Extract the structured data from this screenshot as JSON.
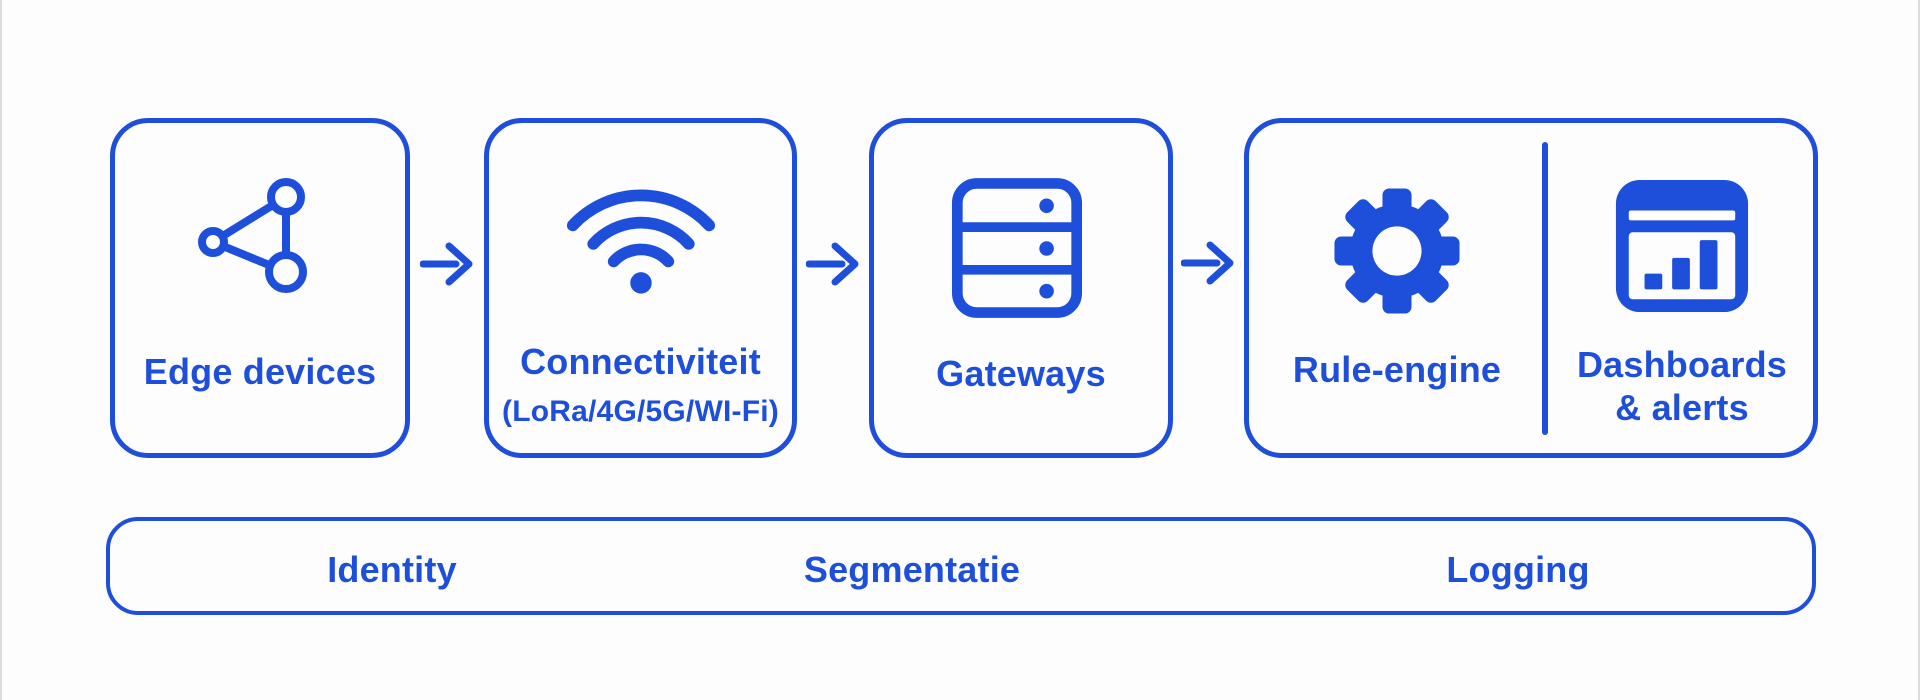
{
  "theme": {
    "accent": "#1e4fdb",
    "canvas_bg": "#fdfdfd"
  },
  "flow": {
    "nodes": [
      {
        "label": "Edge devices",
        "icon": "network-nodes"
      },
      {
        "label": "Connectiviteit",
        "sublabel": "(LoRa/4G/5G/WI-Fi)",
        "icon": "wifi"
      },
      {
        "label": "Gateways",
        "icon": "server-stack"
      },
      {
        "label": "Rule-engine",
        "icon": "gear"
      },
      {
        "label_line1": "Dashboards",
        "label_line2": "& alerts",
        "icon": "dashboard-bar-chart"
      }
    ]
  },
  "governance": {
    "items": [
      "Identity",
      "Segmentatie",
      "Logging"
    ]
  }
}
